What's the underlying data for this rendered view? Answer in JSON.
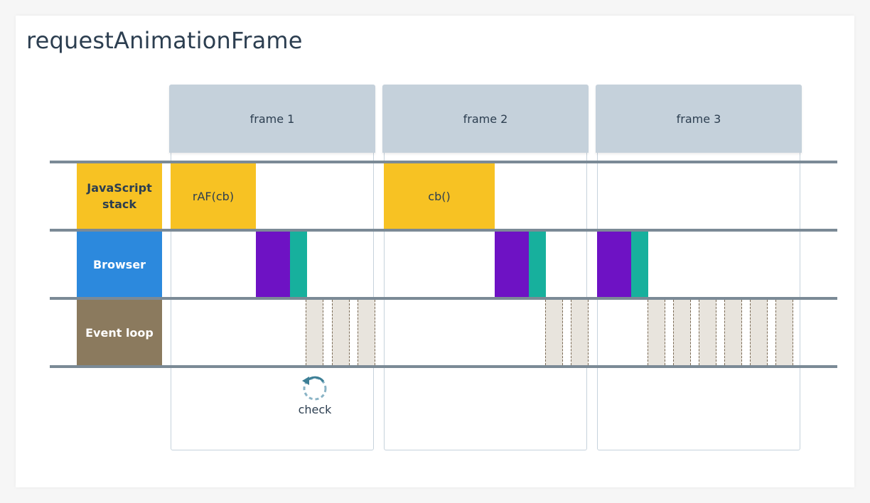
{
  "title": "requestAnimationFrame",
  "frames": [
    {
      "label": "frame 1"
    },
    {
      "label": "frame 2"
    },
    {
      "label": "frame 3"
    }
  ],
  "rows": {
    "js": {
      "label_line1": "JavaScript",
      "label_line2": "stack",
      "color": "#f7c223",
      "text_color": "#2c3e50"
    },
    "browser": {
      "label": "Browser",
      "color": "#2c89dd",
      "text_color": "#ffffff"
    },
    "event_loop": {
      "label": "Event loop",
      "color": "#8b7a5e",
      "text_color": "#ffffff"
    }
  },
  "js_blocks": [
    {
      "label": "rAF(cb)"
    },
    {
      "label": "cb()"
    }
  ],
  "colors": {
    "render_purple": "#6e12c4",
    "render_teal": "#17b09d",
    "task_fill": "#e8e4dd",
    "grid_line": "#7b8a96",
    "frame_header": "#c5d1db"
  },
  "check": {
    "label": "check",
    "icon": "circular-arrow-icon"
  }
}
